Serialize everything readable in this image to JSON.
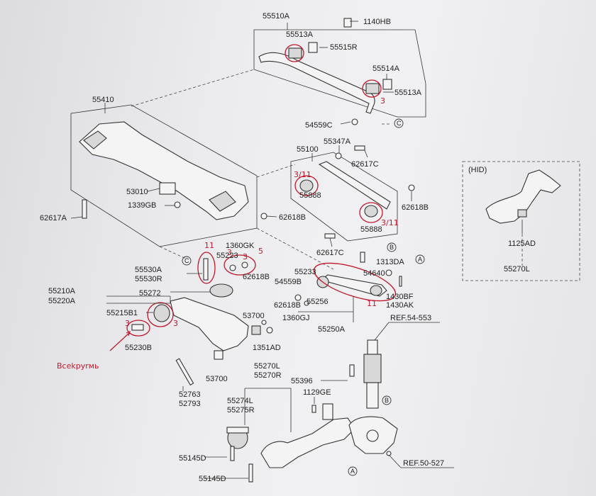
{
  "labels": {
    "l55510A": "55510A",
    "l1140HB": "1140HB",
    "l55513A_1": "55513A",
    "l55515R": "55515R",
    "l55514A": "55514A",
    "l55513A_2": "55513A",
    "l54559C": "54559C",
    "l55410": "55410",
    "l53010": "53010",
    "l1339GB": "1339GB",
    "l62617A": "62617A",
    "l62618B_1": "62618B",
    "l55100": "55100",
    "l55347A": "55347A",
    "l62617C_1": "62617C",
    "l55888_1": "55888",
    "l55888_2": "55888",
    "l62618B_2": "62618B",
    "l62617C_2": "62617C",
    "lHID": "(HID)",
    "l1125AD": "1125AD",
    "l55270L_hid": "55270L",
    "l1360GK": "1360GK",
    "l55223": "55223",
    "l62618B_3": "62618B",
    "l55530A": "55530A",
    "l55530R": "55530R",
    "l55210A": "55210A",
    "l55220A": "55220A",
    "l55272": "55272",
    "l55215B1": "55215B1",
    "l55230B": "55230B",
    "l53700_1": "53700",
    "l53700_2": "53700",
    "l1351AD": "1351AD",
    "l62618B_4": "62618B",
    "l54559B": "54559B",
    "l55233": "55233",
    "l54640": "54640",
    "l1313DA": "1313DA",
    "l1430BF": "1430BF",
    "l1430AK": "1430AK",
    "l55256": "55256",
    "l1360GJ": "1360GJ",
    "l55250A": "55250A",
    "l55270L": "55270L",
    "l55270R": "55270R",
    "l55274L": "55274L",
    "l55275R": "55275R",
    "l52763": "52763",
    "l52793": "52793",
    "l55396": "55396",
    "l1129GE": "1129GE",
    "l55145D_1": "55145D",
    "l55145D_2": "55145D",
    "ref1": "REF.54-553",
    "ref2": "REF.50-527",
    "cC1": "C",
    "cC2": "C",
    "cB1": "B",
    "cB2": "B",
    "cA1": "A",
    "cA2": "A"
  },
  "annotations": {
    "a1": "3/11",
    "a2": "3/11",
    "a3": "3",
    "a4": "3",
    "a5": "3",
    "a6": "5",
    "a7": "3",
    "a8": "3",
    "a9": "11",
    "a10": "11",
    "handwritten": "Bcekрyrмь"
  }
}
